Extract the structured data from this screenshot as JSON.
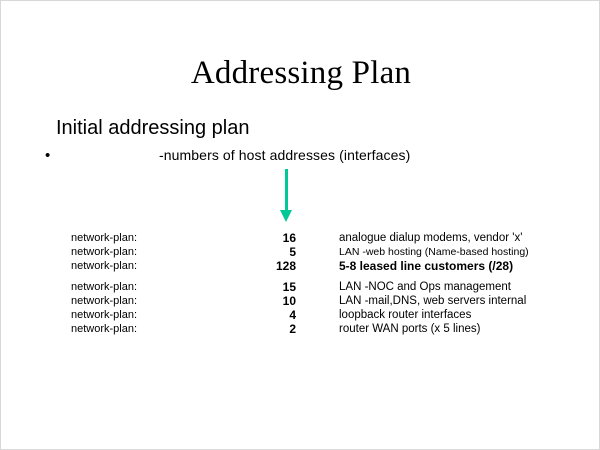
{
  "slide": {
    "title": "Addressing Plan",
    "heading": "Initial addressing plan",
    "bullet_marker": "•",
    "bullet_text": "-numbers of host addresses (interfaces)",
    "arrow": {
      "name": "down-arrow",
      "color": "#00c896",
      "direction": "down"
    },
    "background_color": "#ffffff",
    "text_color": "#000000",
    "table": {
      "rows": [
        {
          "label": "network-plan:",
          "count": "16",
          "desc": "analogue dialup modems, vendor 'x'",
          "style": "normal",
          "gap_before": false
        },
        {
          "label": "network-plan:",
          "count": "5",
          "desc": "LAN -web hosting (Name-based hosting)",
          "style": "small",
          "gap_before": false
        },
        {
          "label": "network-plan:",
          "count": "128",
          "desc": "5-8 leased line customers (/28)",
          "style": "bold",
          "gap_before": false
        },
        {
          "label": "network-plan:",
          "count": "15",
          "desc": "LAN -NOC and Ops management",
          "style": "normal",
          "gap_before": true
        },
        {
          "label": "network-plan:",
          "count": "10",
          "desc": "LAN -mail,DNS, web servers internal",
          "style": "normal",
          "gap_before": false
        },
        {
          "label": "network-plan:",
          "count": "4",
          "desc": "loopback router interfaces",
          "style": "normal",
          "gap_before": false
        },
        {
          "label": "network-plan:",
          "count": "2",
          "desc": "router WAN ports (x 5 lines)",
          "style": "normal",
          "gap_before": false
        }
      ]
    }
  }
}
